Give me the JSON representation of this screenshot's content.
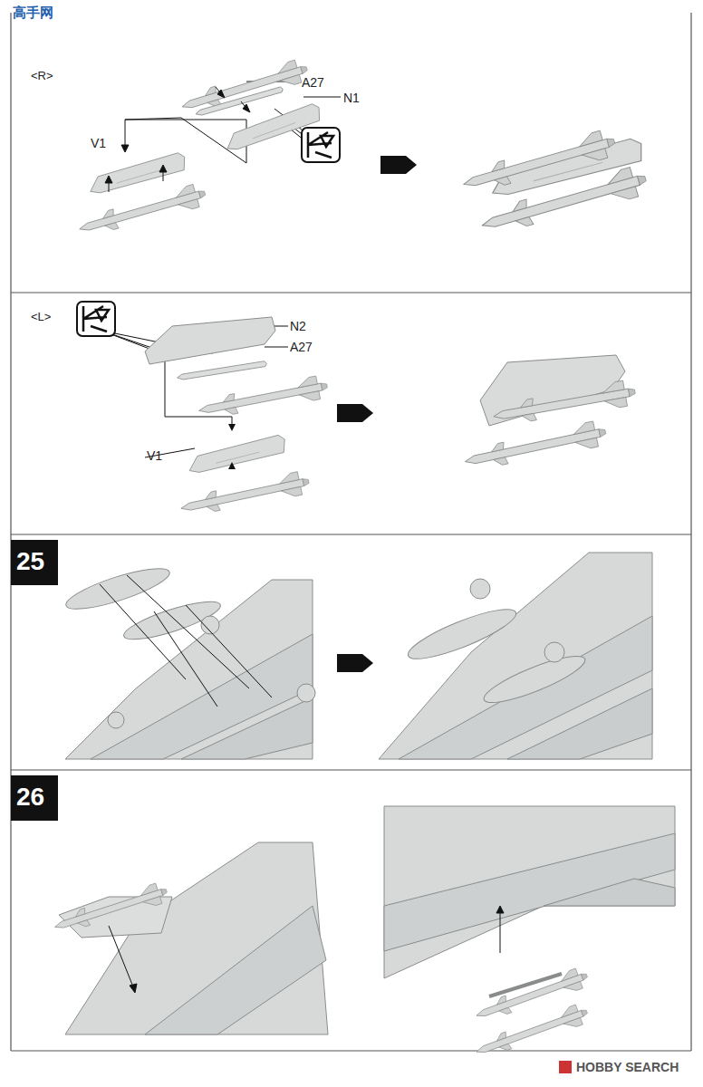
{
  "diagram": {
    "labels": [
      "高手网",
      "<R>",
      "A27",
      "N1",
      "V1",
      "<L>",
      "N2",
      "A27",
      "V1",
      "25",
      "26",
      "HOBBY SEARCH"
    ]
  }
}
